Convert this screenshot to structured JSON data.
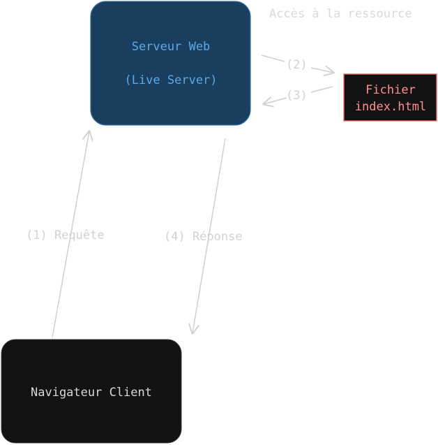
{
  "nodes": {
    "server": {
      "line1": "Serveur Web",
      "line2": "(Live Server)",
      "fill": "#1a3e5e",
      "text_color": "#5ea9e8"
    },
    "file": {
      "line1": "Fichier",
      "line2": "index.html",
      "fill": "#121212",
      "stroke": "#e76b6b",
      "text_color": "#ff8f8f"
    },
    "client": {
      "label": "Navigateur Client",
      "fill": "#121212",
      "text_color": "#d8d8d8"
    }
  },
  "labels": {
    "resource_access": "Accès à la ressource",
    "step2": "(2)",
    "step3": "(3)",
    "request": "(1) Requête",
    "response": "(4) Réponse"
  },
  "colors": {
    "arrow": "#cfcfcf",
    "label": "#cfcfcf"
  }
}
